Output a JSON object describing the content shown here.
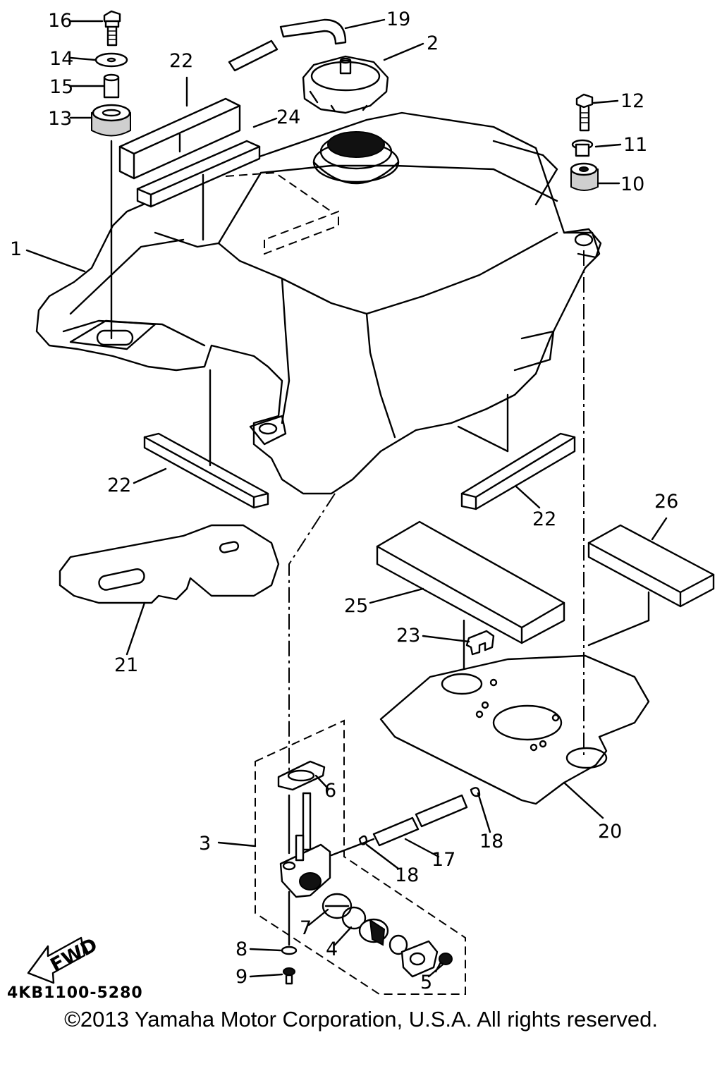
{
  "diagram_code": "4KB1100-5280",
  "copyright": "©2013 Yamaha Motor Corporation, U.S.A. All rights reserved.",
  "fwd_label": "FWD",
  "callouts": {
    "c1": "1",
    "c2": "2",
    "c3": "3",
    "c4": "4",
    "c5": "5",
    "c6": "6",
    "c7": "7",
    "c8": "8",
    "c9": "9",
    "c10": "10",
    "c11": "11",
    "c12": "12",
    "c13": "13",
    "c14": "14",
    "c15": "15",
    "c16": "16",
    "c17": "17",
    "c18a": "18",
    "c18b": "18",
    "c19": "19",
    "c20": "20",
    "c21": "21",
    "c22a": "22",
    "c22b": "22",
    "c22c": "22",
    "c23": "23",
    "c24": "24",
    "c25": "25",
    "c26": "26"
  }
}
